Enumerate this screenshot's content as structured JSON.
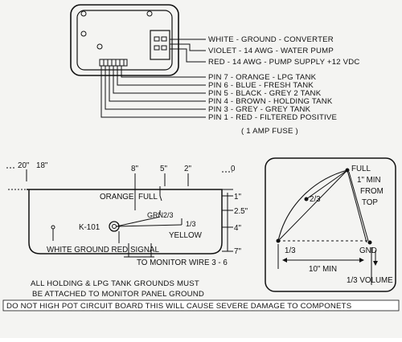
{
  "panel": {
    "wiring_labels": [
      "WHITE - GROUND - CONVERTER",
      "VIOLET - 14 AWG - WATER PUMP",
      "RED - 14 AWG - PUMP SUPPLY +12 VDC",
      "PIN 7 - ORANGE - LPG TANK",
      "PIN 6 - BLUE - FRESH TANK",
      "PIN 5 - BLACK - GREY 2 TANK",
      "PIN 4 - BROWN - HOLDING TANK",
      "PIN 3 - GREY - GREY TANK",
      "PIN 1 - RED - FILTERED POSITIVE"
    ],
    "fuse_note": "( 1 AMP FUSE )"
  },
  "tank": {
    "left_dims": [
      "20\"",
      "18\""
    ],
    "top_dims": [
      "8\"",
      "5\"",
      "2\"",
      "0"
    ],
    "right_dims": [
      "1\"",
      "2.5\"",
      "4\"",
      "7\""
    ],
    "sensor_labels": {
      "orange_full": "ORANGE",
      "full": "FULL",
      "grn": "GRN",
      "two_thirds": "2/3",
      "one_third": "1/3",
      "yellow": "YELLOW",
      "module": "K-101",
      "bottom_signal": "WHITE GROUND  RED SIGNAL"
    },
    "monitor_note": "TO MONITOR WIRE 3 - 6"
  },
  "side_view": {
    "full": "FULL",
    "from_top": "1\" MIN\nFROM\nTOP",
    "two_thirds": "2/3",
    "one_third": "1/3",
    "gnd": "GND",
    "min_dim": "10\" MIN",
    "volume": "1/3 VOLUME"
  },
  "notes": {
    "grounding": "ALL HOLDING & LPG TANK GROUNDS MUST\nBE ATTACHED TO MONITOR PANEL GROUND",
    "warning": "DO NOT HIGH POT CIRCUIT BOARD THIS WILL CAUSE SEVERE DAMAGE TO COMPONETS"
  }
}
